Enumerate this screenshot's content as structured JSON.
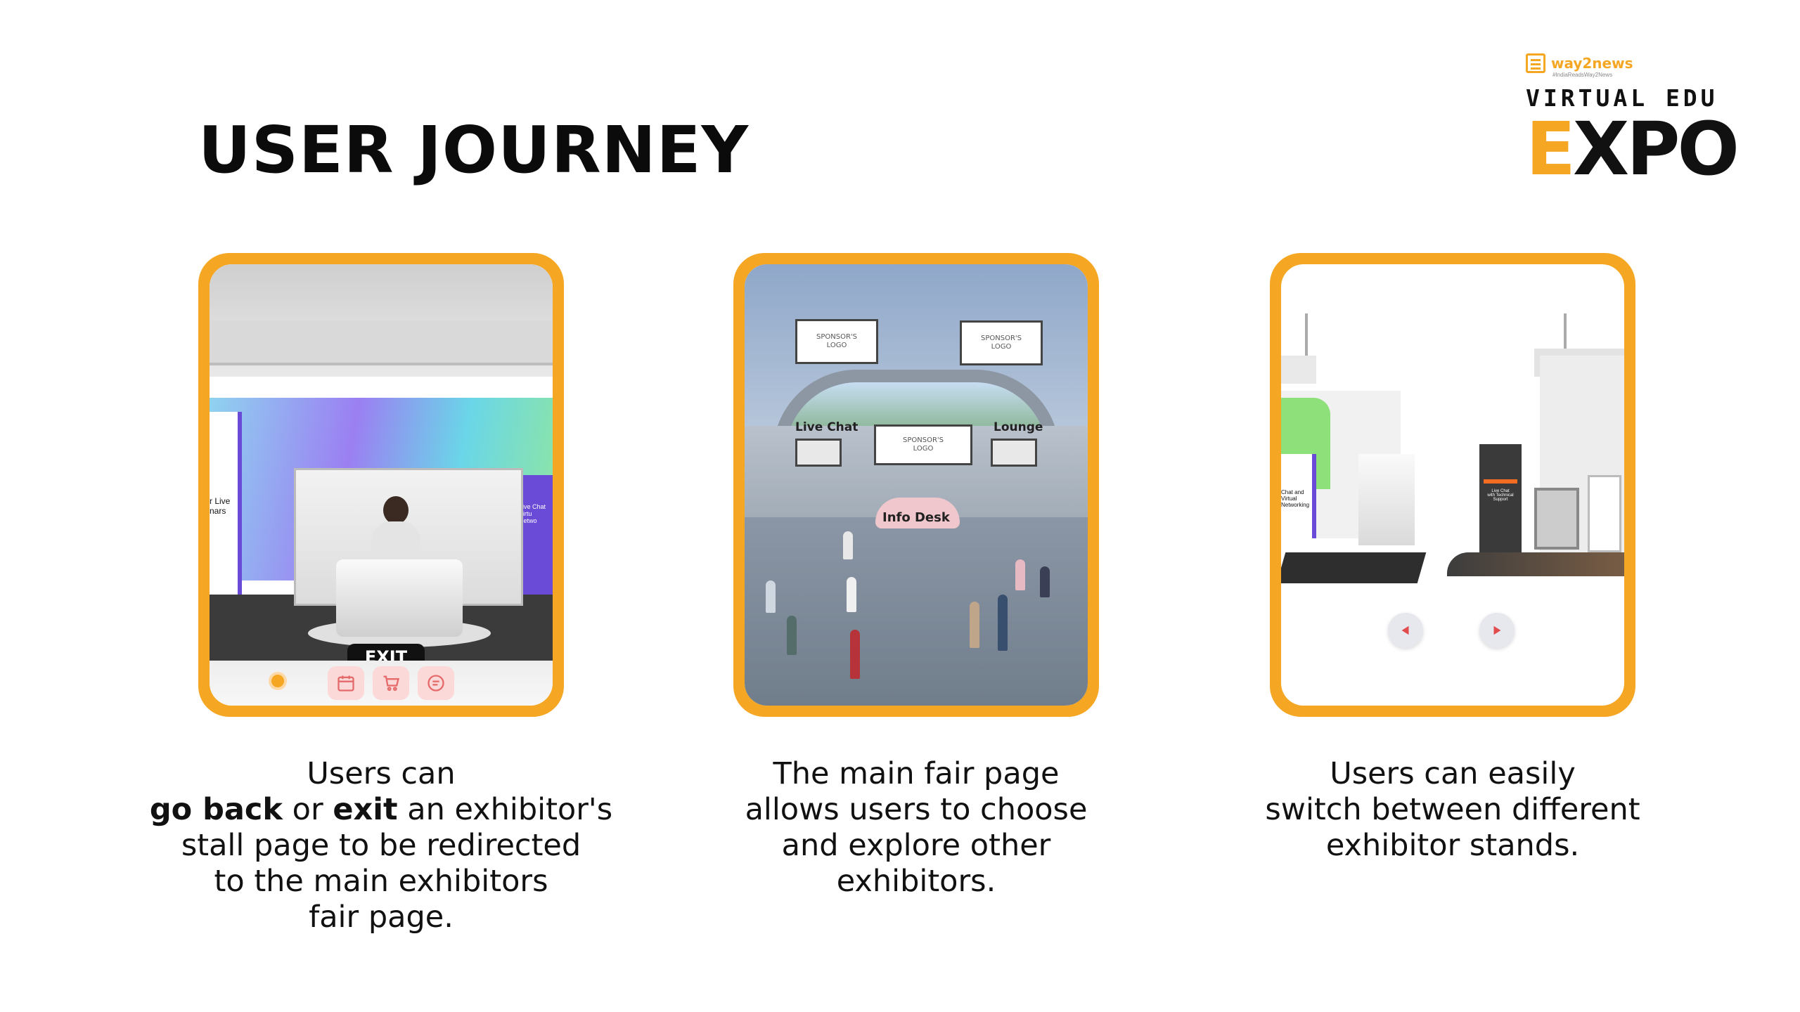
{
  "page": {
    "title": "USER JOURNEY"
  },
  "logo": {
    "brand": "way2news",
    "tagline": "#IndiaReadsWay2News",
    "line1": "VIRTUAL EDU",
    "line2_accent": "E",
    "line2_rest": "XPO"
  },
  "colors": {
    "accent": "#f5a623",
    "text": "#111111",
    "purple": "#6a4bd8"
  },
  "cards": [
    {
      "scene": {
        "left_banner_text": "r Live\nnars",
        "right_banner_text": "Live Chat\nVirtu\nNetwo",
        "exit_label": "EXIT",
        "icons": [
          "calendar-icon",
          "cart-icon",
          "chat-icon"
        ]
      },
      "caption": {
        "line1": "Users can",
        "bold1": "go back",
        "mid1": " or ",
        "bold2": "exit",
        "rest1": " an exhibitor's",
        "line3": "stall page to be redirected",
        "line4": "to the main exhibitors",
        "line5": "fair page."
      }
    },
    {
      "scene": {
        "sign_top_left": "SPONSOR'S\nLOGO",
        "sign_top_right": "SPONSOR'S\nLOGO",
        "sign_center": "SPONSOR'S\nLOGO",
        "label_left": "Live Chat",
        "label_right": "Lounge",
        "info_desk": "Info Desk"
      },
      "caption": {
        "line1": "The main fair page",
        "line2": "allows users to choose",
        "line3": "and explore other",
        "line4": "exhibitors."
      }
    },
    {
      "scene": {
        "banner_text": "Live Chat\nwith Technical\nSupport",
        "left_banner_text": "Chat and\nVirtual\nNetworking",
        "nav": [
          "prev-arrow-icon",
          "next-arrow-icon"
        ]
      },
      "caption": {
        "line1": "Users can easily",
        "line2": "switch between different",
        "line3": "exhibitor stands."
      }
    }
  ]
}
